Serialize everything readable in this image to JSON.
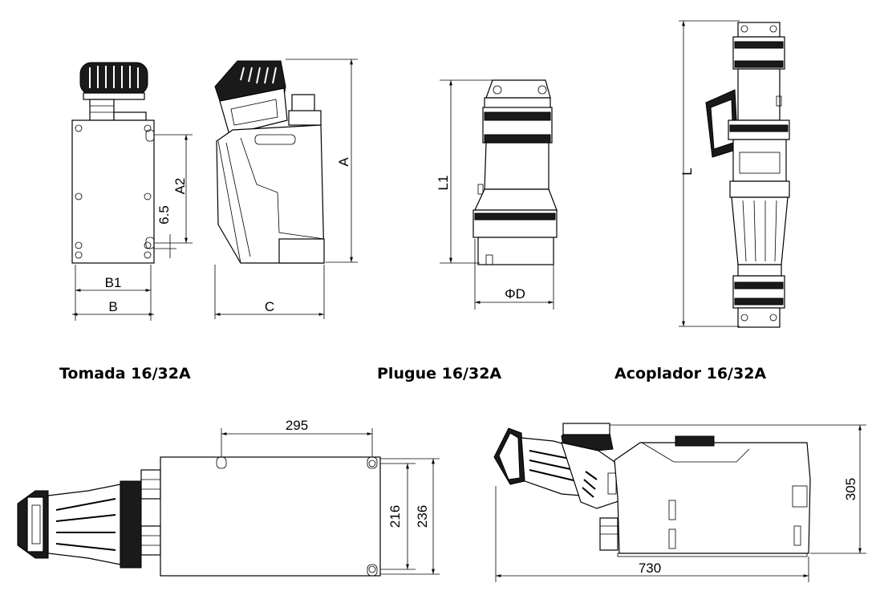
{
  "captions": {
    "socket": "Tomada 16/32A",
    "plug": "Plugue 16/32A",
    "coupler": "Acoplador 16/32A"
  },
  "dimensions": {
    "socket_front": {
      "b1": "B1",
      "b": "B",
      "a2": "A2",
      "offset": "6.5"
    },
    "socket_side": {
      "c": "C",
      "a": "A"
    },
    "plug": {
      "l1": "L1",
      "diameter": "ΦD"
    },
    "coupler": {
      "l": "L"
    },
    "combo_top": {
      "width": "295",
      "inner_height": "216",
      "outer_height": "236"
    },
    "combo_side": {
      "length": "730",
      "height": "305"
    }
  }
}
